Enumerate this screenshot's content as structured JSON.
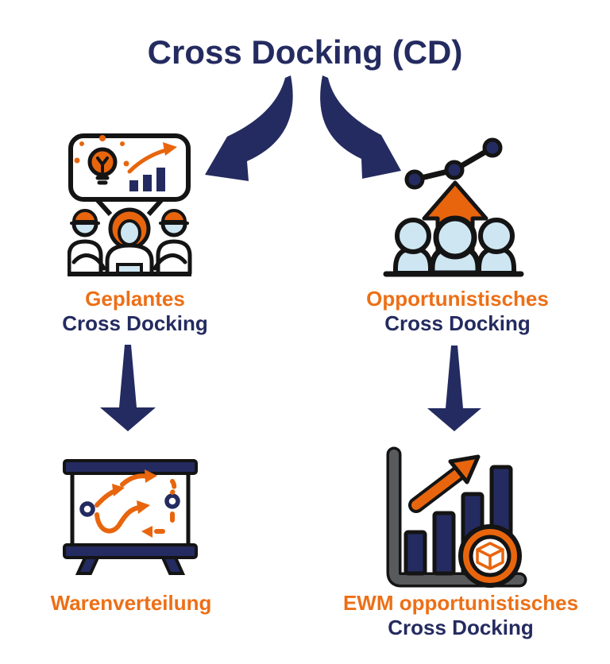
{
  "title": "Cross Docking (CD)",
  "colors": {
    "navy": "#242B60",
    "orange_text": "#ED6F16",
    "orange_icon": "#E8650D",
    "light_blue": "#CEE6F2",
    "grey": "#595A5C",
    "outline": "#141414",
    "background": "#FFFFFF"
  },
  "branch_left": {
    "name_accent": "Geplantes",
    "name_rest": "Cross Docking",
    "icon": "planning-meeting-icon"
  },
  "branch_right": {
    "name_accent": "Opportunistisches",
    "name_rest": "Cross Docking",
    "icon": "crowd-trend-icon"
  },
  "result_left": {
    "name_accent": "Warenverteilung",
    "icon": "route-board-icon"
  },
  "result_right": {
    "name_accent": "EWM opportunistisches",
    "name_rest": "Cross Docking",
    "icon": "growth-chart-package-icon"
  }
}
